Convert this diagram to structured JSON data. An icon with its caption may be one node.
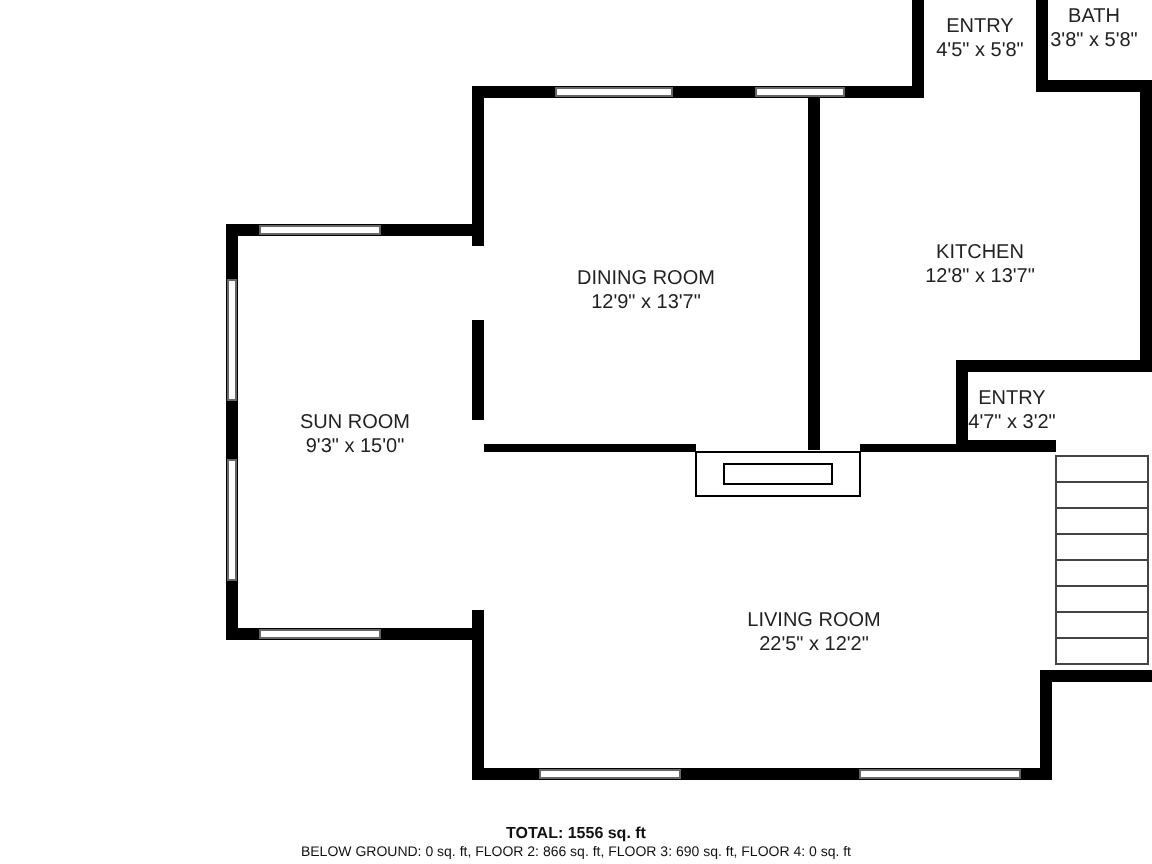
{
  "diagram": {
    "nodes": [
      {
        "text": [
          "ENTRY",
          "4'5\" x 5'8\""
        ]
      },
      {
        "text": [
          "BATH",
          "3'8\" x 5'8\""
        ]
      },
      {
        "text": [
          "DINING ROOM",
          "12'9\" x 13'7\""
        ]
      },
      {
        "text": [
          "KITCHEN",
          "12'8\" x 13'7\""
        ]
      },
      {
        "text": [
          "SUN ROOM",
          "9'3\" x 15'0\""
        ]
      },
      {
        "text": [
          "ENTRY",
          "4'7\" x 3'2\""
        ]
      },
      {
        "text": [
          "LIVING ROOM",
          "22'5\" x 12'2\""
        ]
      }
    ],
    "edges": [],
    "labels": [
      "TOTAL: 1556 sq. ft",
      "BELOW GROUND: 0 sq. ft, FLOOR 2: 866 sq. ft, FLOOR 3: 690 sq. ft, FLOOR 4: 0 sq. ft"
    ]
  }
}
